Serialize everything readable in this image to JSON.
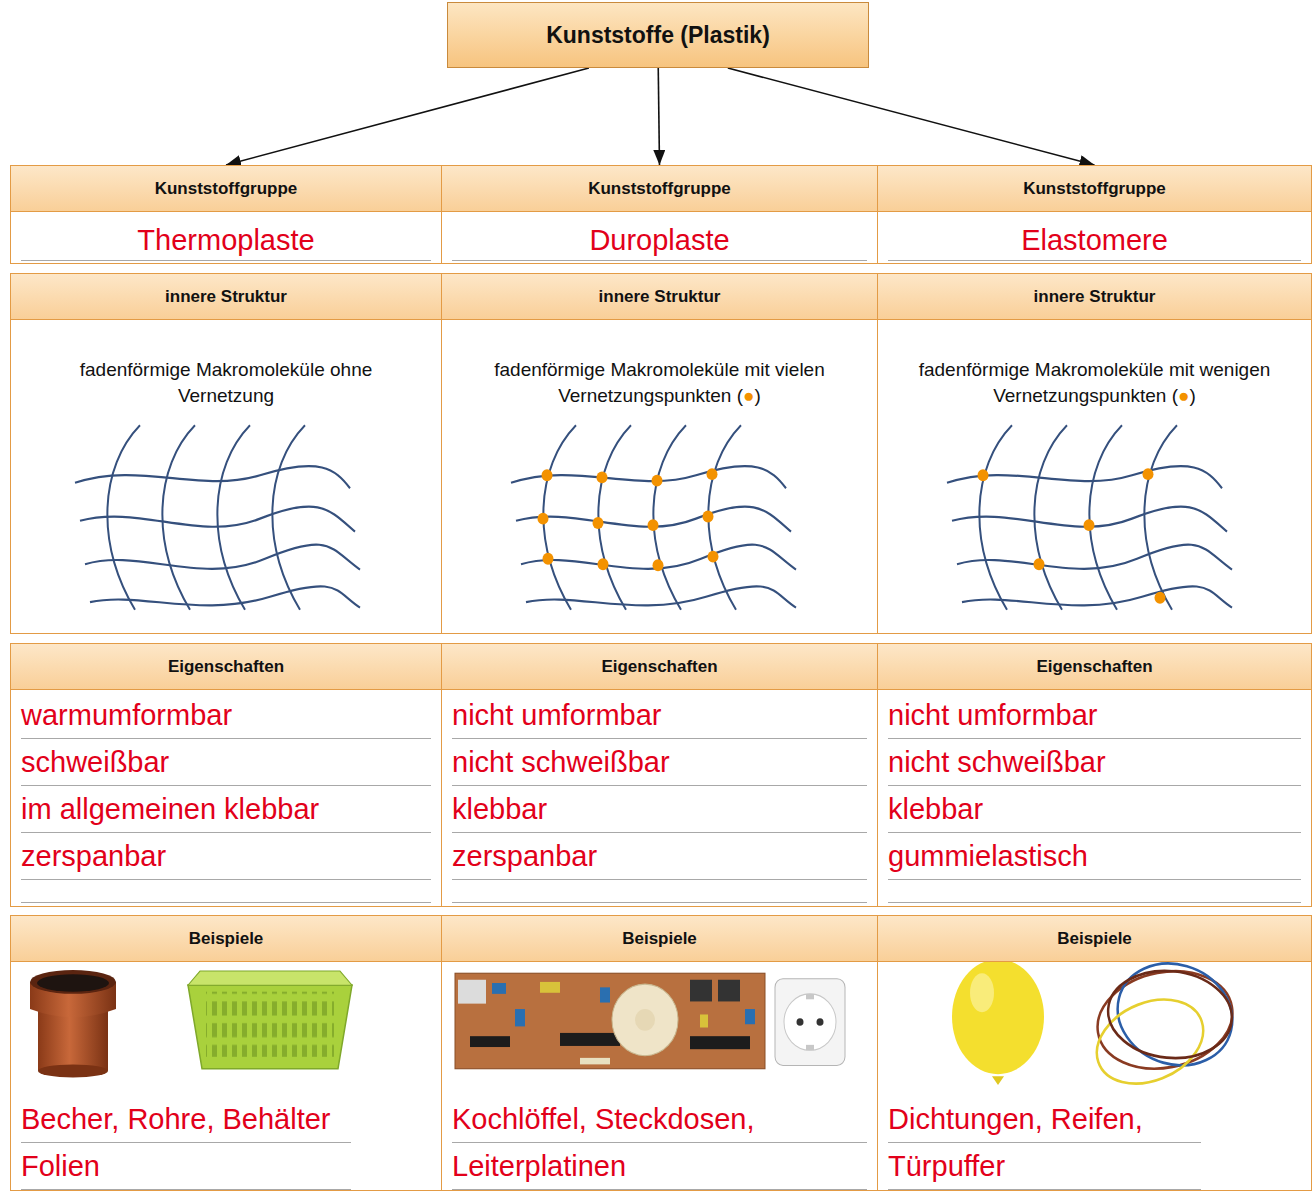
{
  "diagram": {
    "nodes": [
      {
        "text": [
          "Kunststoffe (Plastik)"
        ]
      },
      {
        "text": [
          "Kunststoffgruppe",
          "Thermoplaste"
        ]
      },
      {
        "text": [
          "Kunststoffgruppe",
          "Duroplaste"
        ]
      },
      {
        "text": [
          "Kunststoffgruppe",
          "Elastomere"
        ]
      },
      {
        "text": [
          "innere Struktur",
          "fadenförmige Makromoleküle ohne Vernetzung"
        ]
      },
      {
        "text": [
          "innere Struktur",
          "fadenförmige Makromoleküle mit vielen Vernetzungspunkten (●)"
        ]
      },
      {
        "text": [
          "innere Struktur",
          "fadenförmige Makromoleküle mit wenigen Vernetzungspunkten (●)"
        ]
      },
      {
        "text": [
          "Eigenschaften",
          "warmumformbar",
          "schweißbar",
          "im allgemeinen klebbar",
          "zerspanbar"
        ]
      },
      {
        "text": [
          "Eigenschaften",
          "nicht umformbar",
          "nicht schweißbar",
          "klebbar",
          "zerspanbar"
        ]
      },
      {
        "text": [
          "Eigenschaften",
          "nicht umformbar",
          "nicht schweißbar",
          "klebbar",
          "gummielastisch"
        ]
      },
      {
        "text": [
          "Beispiele",
          "Becher, Rohre, Behälter Folien"
        ]
      },
      {
        "text": [
          "Beispiele",
          "Kochlöffel, Steckdosen, Leiterplatinen"
        ]
      },
      {
        "text": [
          "Beispiele",
          "Dichtungen, Reifen, Türpuffer"
        ]
      }
    ],
    "edges": [
      {
        "from": 0,
        "to": 1,
        "arrow": "to"
      },
      {
        "from": 0,
        "to": 2,
        "arrow": "to"
      },
      {
        "from": 0,
        "to": 3,
        "arrow": "to"
      }
    ]
  }
}
